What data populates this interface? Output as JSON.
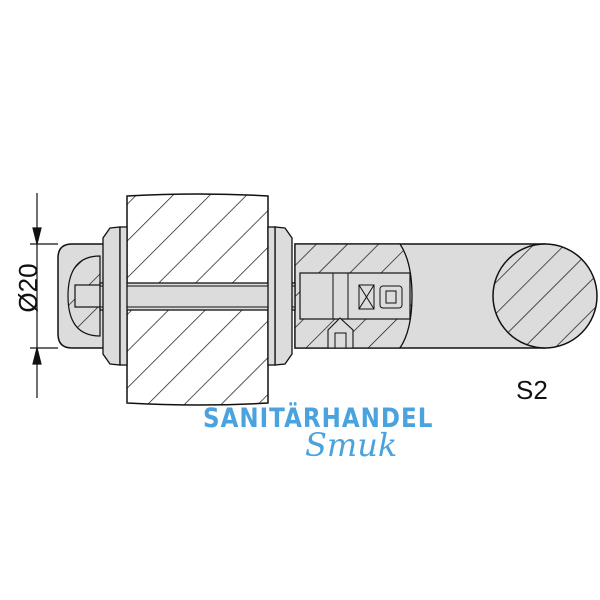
{
  "drawing": {
    "dimension_label": "Ø20",
    "variant_label": "S2",
    "colors": {
      "line": "#111111",
      "fill": "#dcdcdc",
      "watermark": "#4aa3df"
    }
  },
  "watermark": {
    "line1": "SANITÄRHANDEL",
    "line2": "Smuk"
  }
}
